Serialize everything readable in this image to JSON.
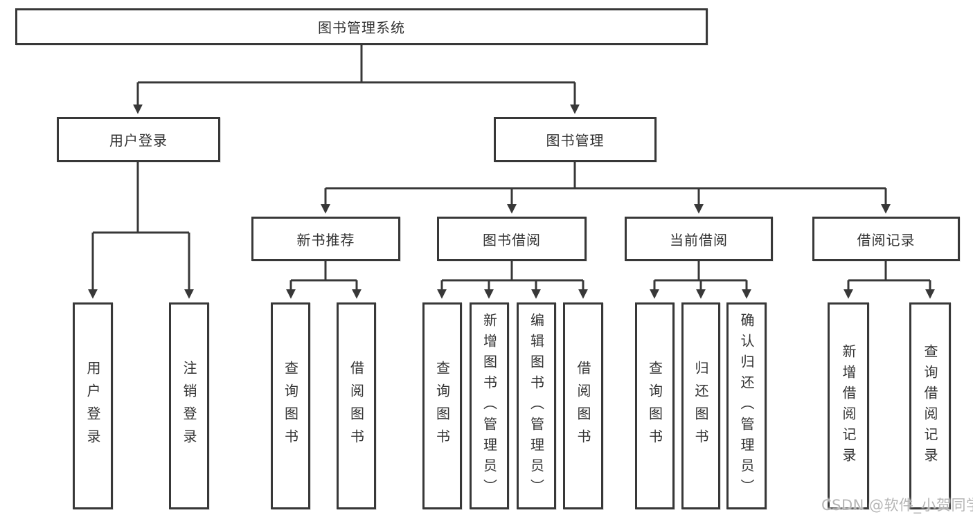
{
  "nodes": {
    "root": "图书管理系统",
    "user_login": {
      "label": "用户登录",
      "children": [
        "用户登录",
        "注销登录"
      ]
    },
    "book_management": {
      "label": "图书管理",
      "sections": [
        {
          "label": "新书推荐",
          "children": [
            "查询图书",
            "借阅图书"
          ]
        },
        {
          "label": "图书借阅",
          "children": [
            "查询图书",
            "新增图书（管理员）",
            "编辑图书（管理员）",
            "借阅图书"
          ]
        },
        {
          "label": "当前借阅",
          "children": [
            "查询图书",
            "归还图书",
            "确认归还（管理员）"
          ]
        },
        {
          "label": "借阅记录",
          "children": [
            "新增借阅记录",
            "查询借阅记录"
          ]
        }
      ]
    }
  },
  "watermark": {
    "text": "CSDN @软件_小贺同学"
  },
  "colors": {
    "line": "#383838",
    "border": "#383838",
    "text": "#333333",
    "background": "#ffffff",
    "watermark": "#b5b5b5"
  }
}
